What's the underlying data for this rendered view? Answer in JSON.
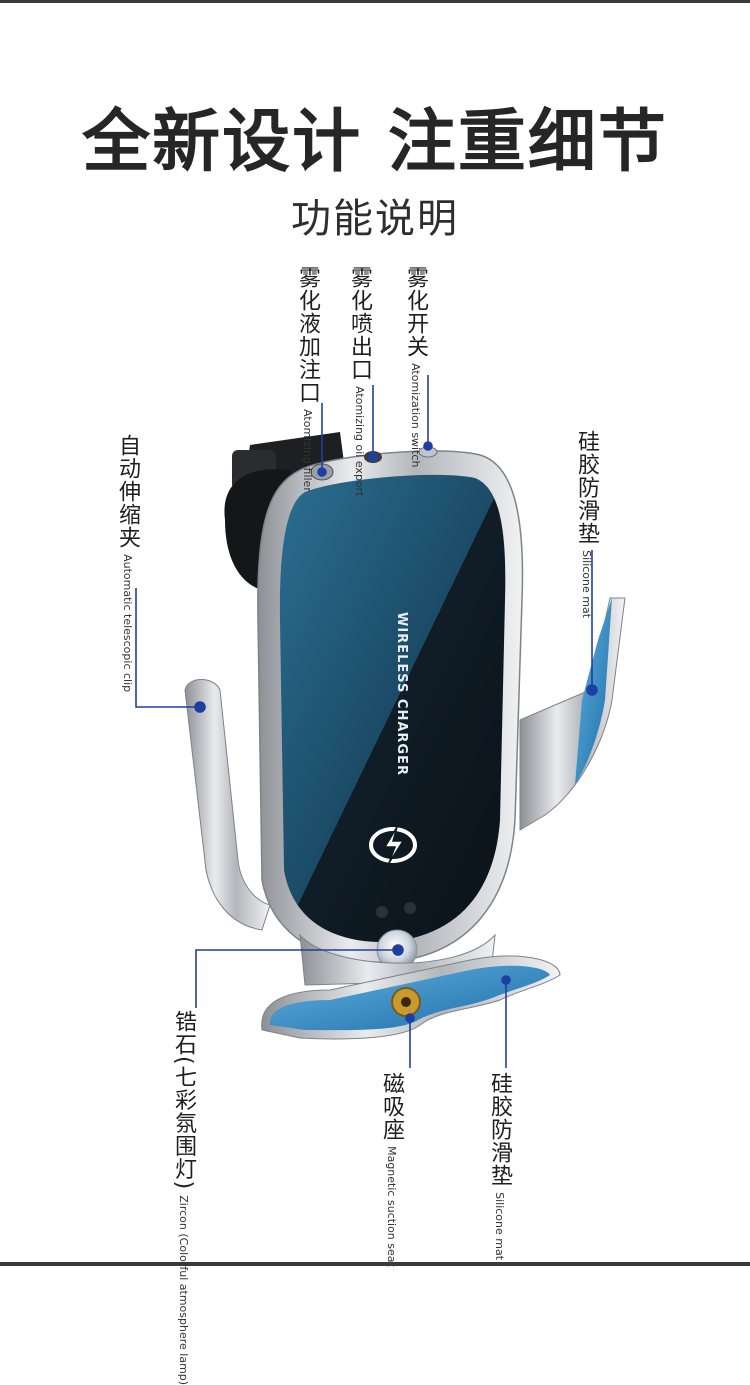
{
  "headline": "全新设计 注重细节",
  "subhead": "功能说明",
  "product": {
    "brand_text": "WIRELESS CHARGER",
    "icon": "wireless-charge-icon"
  },
  "callouts": [
    {
      "id": "filler",
      "zh": "雾化液加注口",
      "en": "Atomizing filler"
    },
    {
      "id": "oil-export",
      "zh": "雾化喷出口",
      "en": "Atomizing oil export"
    },
    {
      "id": "switch",
      "zh": "雾化开关",
      "en": "Atomization switch"
    },
    {
      "id": "silicone-mat-top",
      "zh": "硅胶防滑垫",
      "en": "Silicone mat"
    },
    {
      "id": "clip",
      "zh": "自动伸缩夹",
      "en": "Automatic telescopic clip"
    },
    {
      "id": "zircon",
      "zh": "锆石(七彩氛围灯)",
      "en": "Zircon (Colorful atmosphere lamp)"
    },
    {
      "id": "magnetic-seat",
      "zh": "磁吸座",
      "en": "Magnetic suction seat"
    },
    {
      "id": "silicone-mat-bottom",
      "zh": "硅胶防滑垫",
      "en": "Silicone mat"
    }
  ],
  "colors": {
    "accent": "#1e3fa0",
    "glass_blue": "#1f5f82",
    "glass_dark": "#0f1a22",
    "chrome": "#c9ccd0"
  }
}
